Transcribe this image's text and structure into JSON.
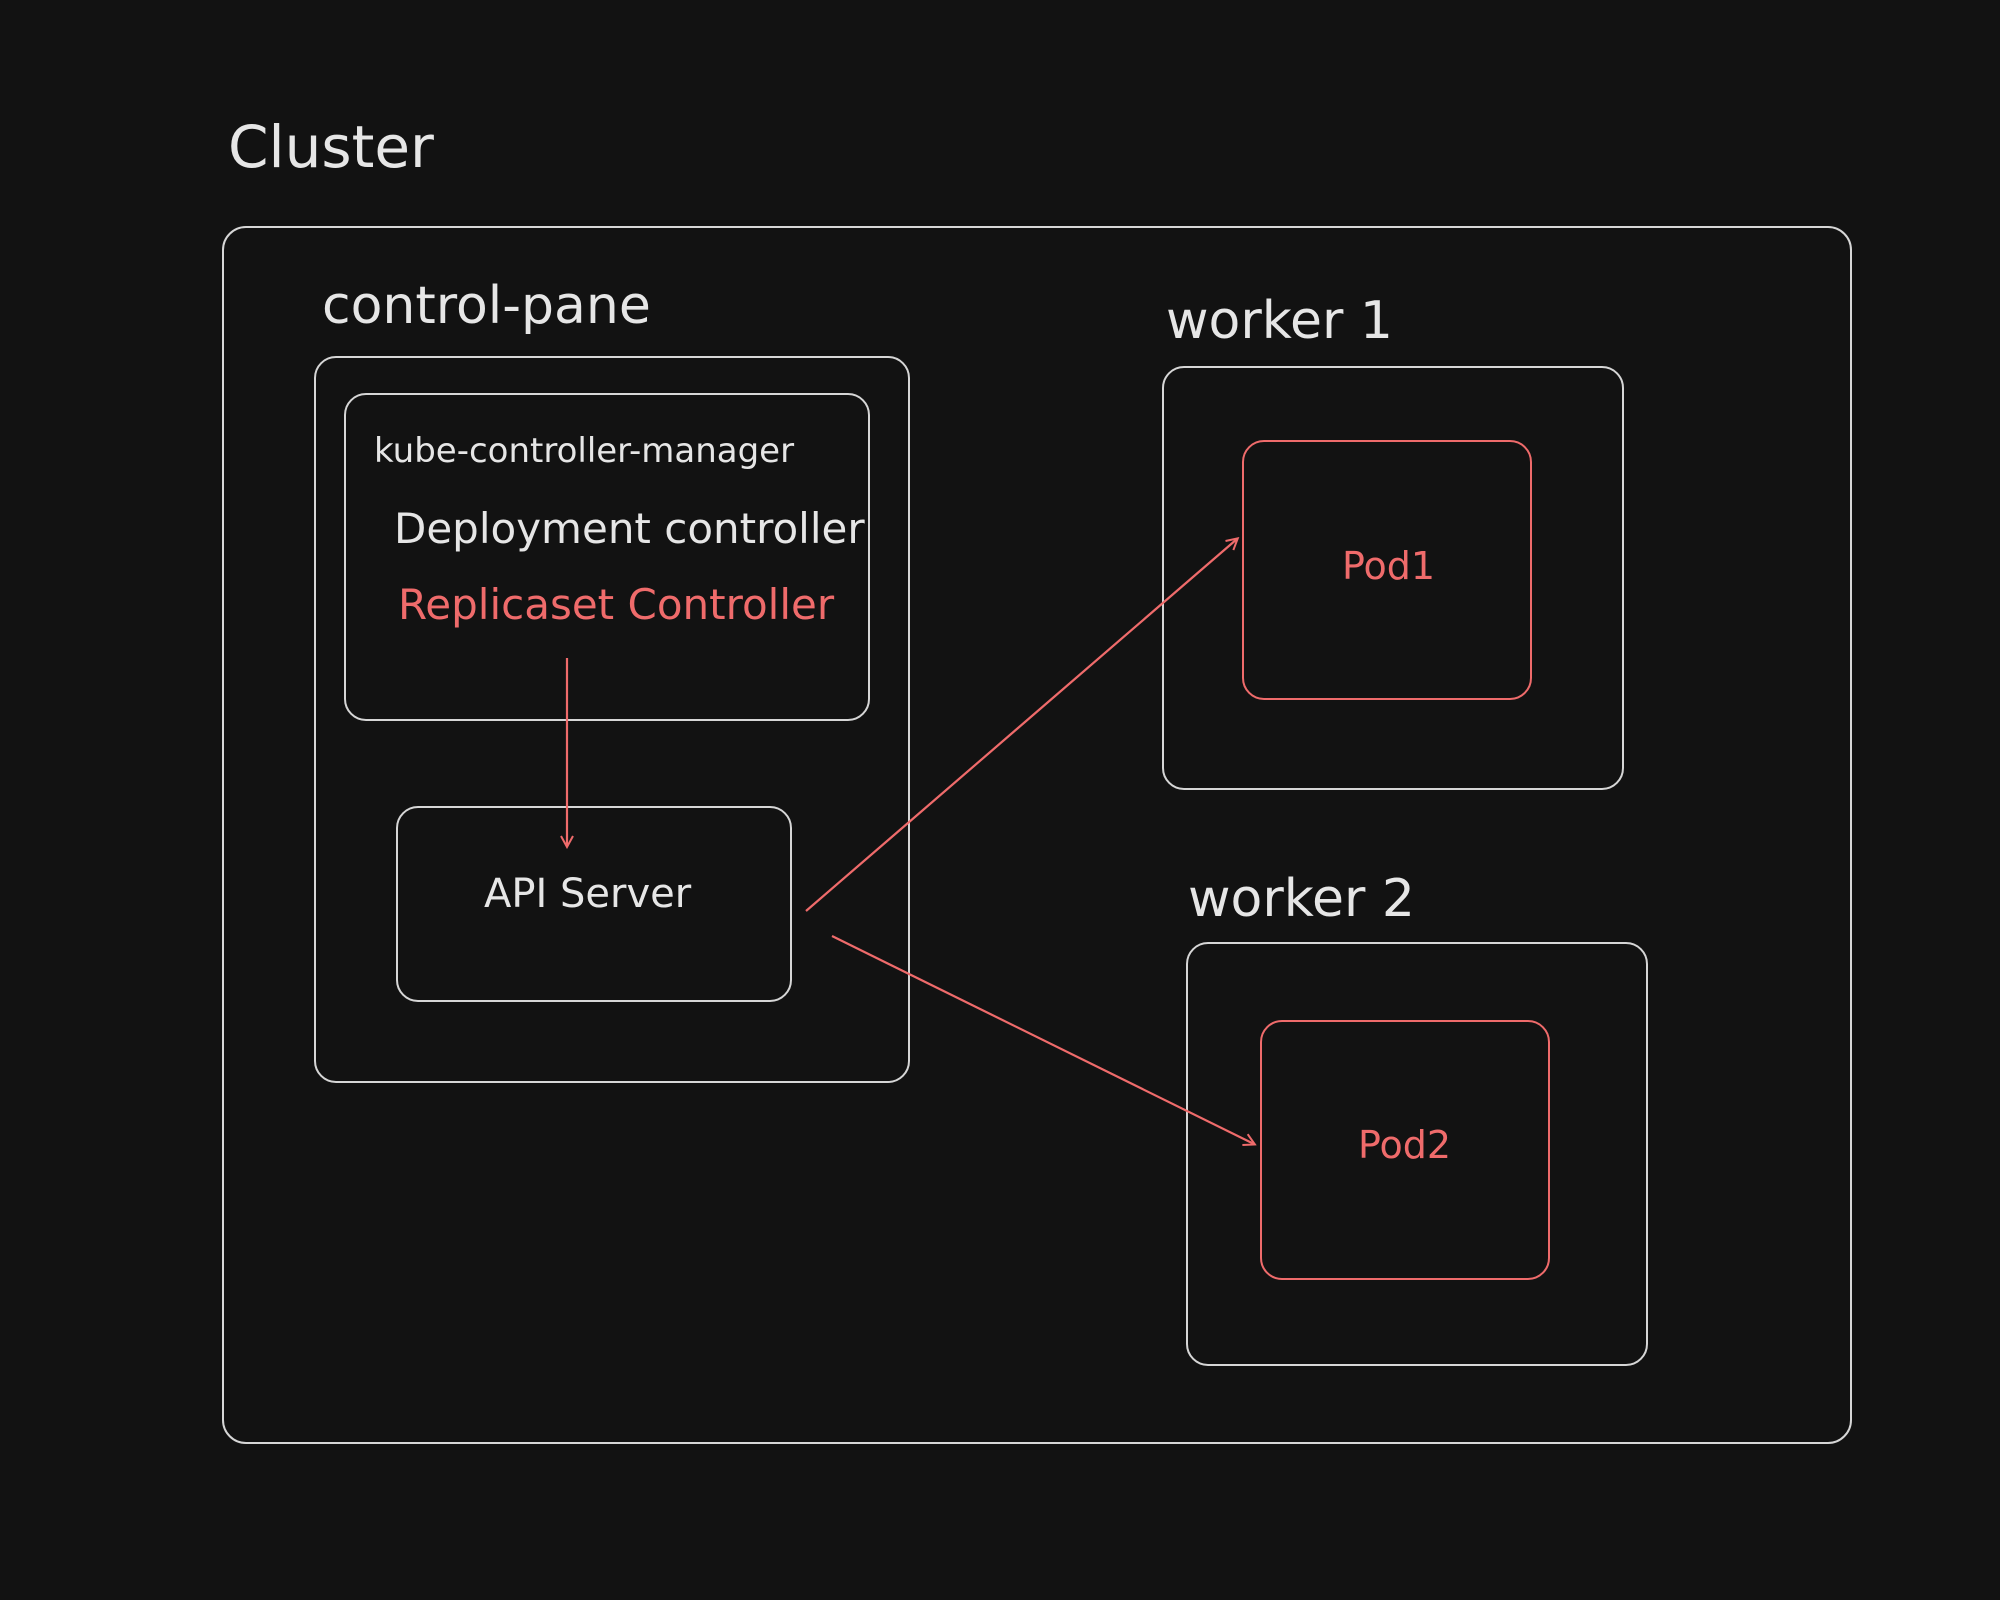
{
  "colors": {
    "background": "#121212",
    "stroke": "#d6d6d6",
    "text": "#e6e6e6",
    "accent": "#ef6b6b"
  },
  "cluster": {
    "title": "Cluster"
  },
  "control_plane": {
    "title": "control-pane",
    "kube_controller_manager": {
      "title": "kube-controller-manager",
      "deployment_controller": "Deployment controller",
      "replicaset_controller": "Replicaset Controller"
    },
    "api_server": "API Server"
  },
  "workers": [
    {
      "title": "worker 1",
      "pod": "Pod1"
    },
    {
      "title": "worker 2",
      "pod": "Pod2"
    }
  ],
  "connections": [
    {
      "from": "Replicaset Controller",
      "to": "API Server"
    },
    {
      "from": "API Server",
      "to": "Pod1"
    },
    {
      "from": "API Server",
      "to": "Pod2"
    }
  ]
}
